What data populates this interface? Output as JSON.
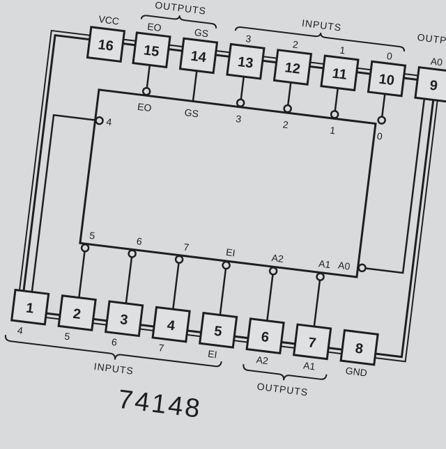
{
  "part_number": "74148",
  "colors": {
    "paper": "#d9dadc",
    "ink": "#1e1e20"
  },
  "top_pins": [
    {
      "num": "16",
      "ext": "VCC"
    },
    {
      "num": "15",
      "ext": "EO",
      "int": "EO"
    },
    {
      "num": "14",
      "ext": "GS",
      "int": "GS"
    },
    {
      "num": "13",
      "ext": "3",
      "int": "3"
    },
    {
      "num": "12",
      "ext": "2",
      "int": "2"
    },
    {
      "num": "11",
      "ext": "1",
      "int": "1"
    },
    {
      "num": "10",
      "ext": "0",
      "int": "0"
    },
    {
      "num": "9",
      "ext": "A0"
    }
  ],
  "bottom_pins": [
    {
      "num": "1",
      "ext": "4"
    },
    {
      "num": "2",
      "ext": "5",
      "int": "5"
    },
    {
      "num": "3",
      "ext": "6",
      "int": "6"
    },
    {
      "num": "4",
      "ext": "7",
      "int": "7"
    },
    {
      "num": "5",
      "ext": "EI",
      "int": "EI"
    },
    {
      "num": "6",
      "ext": "A2",
      "int": "A2"
    },
    {
      "num": "7",
      "ext": "A1",
      "int": "A1"
    },
    {
      "num": "8",
      "ext": "GND"
    }
  ],
  "side_labels": {
    "left": "4",
    "right": "A0"
  },
  "groups": {
    "top_outputs": "OUTPUTS",
    "top_inputs": "INPUTS",
    "right_output": "OUTPUT",
    "bottom_inputs": "INPUTS",
    "bottom_outputs": "OUTPUTS"
  }
}
